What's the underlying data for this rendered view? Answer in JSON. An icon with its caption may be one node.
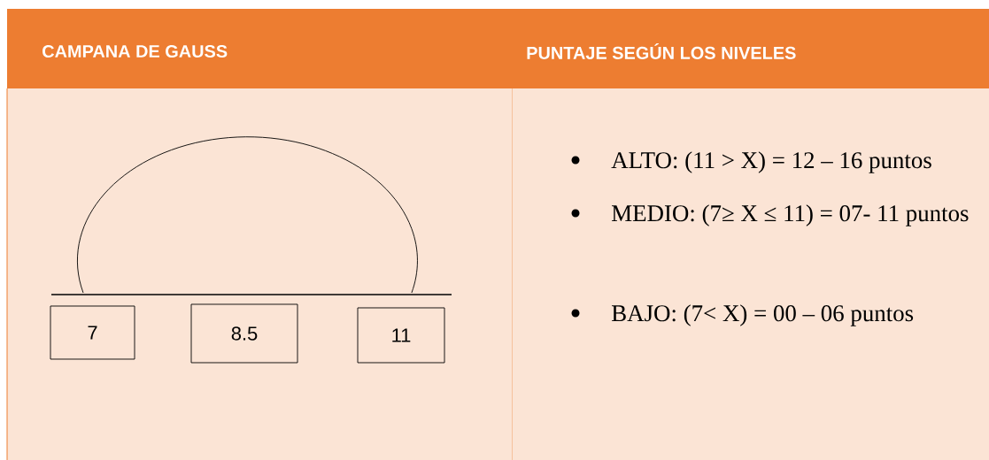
{
  "diagram": {
    "nodes": [
      {
        "text": [
          "7"
        ]
      },
      {
        "text": [
          "8.5"
        ]
      },
      {
        "text": [
          "11"
        ]
      }
    ],
    "labels": [
      "CAMPANA DE GAUSS",
      "PUNTAJE SEGÚN LOS NIVELES",
      "ALTO: (11 > X) = 12 – 16 puntos",
      "MEDIO: (7≥ X ≤ 11) = 07- 11 puntos",
      "BAJO: (7< X) = 00 – 06 puntos"
    ]
  }
}
